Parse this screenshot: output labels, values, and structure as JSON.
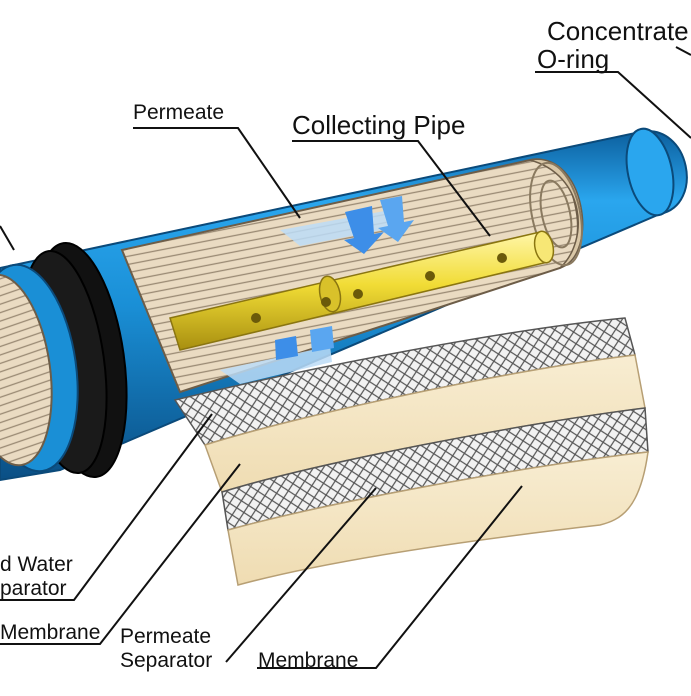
{
  "labels": {
    "concentrate": "Concentrate",
    "oring": "O-ring",
    "permeate": "Permeate",
    "collecting_pipe": "Collecting Pipe",
    "feed_water_line1": "d Water",
    "feed_water_line2": "parator",
    "membrane_left": "Membrane",
    "permeate_separator_line1": "Permeate",
    "permeate_separator_line2": "Separator",
    "membrane_right": "Membrane"
  },
  "colors": {
    "housing_blue": "#1a8fd6",
    "pipe_yellow": "#f1dc35",
    "membrane_cream": "#f3e3bf",
    "flow_arrow": "#3d8ee8",
    "oring_black": "#141414"
  }
}
